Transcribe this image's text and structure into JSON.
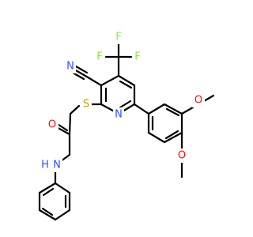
{
  "molecule": {
    "atoms": {
      "N_cyano": {
        "text": "N",
        "color": "#3050F8"
      },
      "F1": {
        "text": "F",
        "color": "#90E050"
      },
      "F2": {
        "text": "F",
        "color": "#90E050"
      },
      "F3": {
        "text": "F",
        "color": "#90E050"
      },
      "S": {
        "text": "S",
        "color": "#C8A000"
      },
      "N_ring": {
        "text": "N",
        "color": "#3050F8"
      },
      "O_carbonyl": {
        "text": "O",
        "color": "#FF0D0D"
      },
      "N_amide": {
        "text": "N",
        "color": "#3050F8"
      },
      "H_amide": {
        "text": "H",
        "color": "#3050F8"
      },
      "O_methoxy1": {
        "text": "O",
        "color": "#FF0D0D"
      },
      "O_methoxy2": {
        "text": "O",
        "color": "#FF0D0D"
      }
    }
  }
}
